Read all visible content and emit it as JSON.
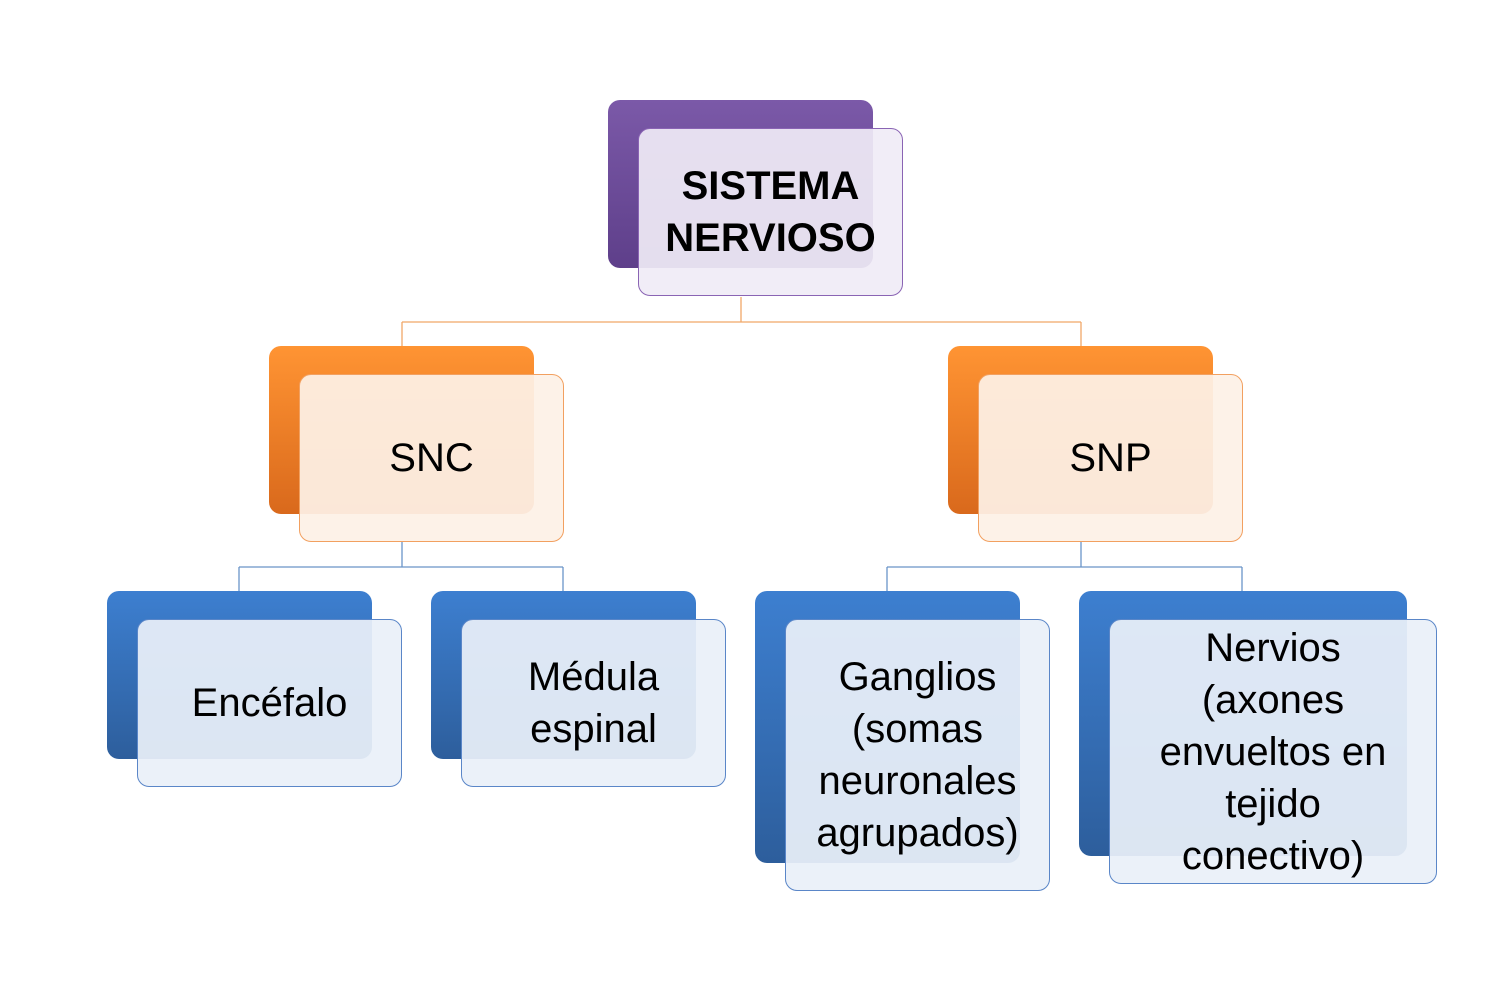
{
  "diagram": {
    "root": {
      "label": "SISTEMA\nNERVIOSO",
      "color": "#7b59a8"
    },
    "branches": [
      {
        "label": "SNC",
        "color": "#ff9433",
        "children": [
          {
            "label": "Encéfalo"
          },
          {
            "label": "Médula\nespinal"
          }
        ]
      },
      {
        "label": "SNP",
        "color": "#ff9433",
        "children": [
          {
            "label": "Ganglios\n(somas\nneuronales\nagrupados)"
          },
          {
            "label": "Nervios\n(axones\nenvueltos en\ntejido\nconectivo)"
          }
        ]
      }
    ],
    "leaf_color": "#3d7fd0",
    "connector_colors": {
      "root": "#f0a868",
      "leaves": "#6a95c8"
    }
  }
}
